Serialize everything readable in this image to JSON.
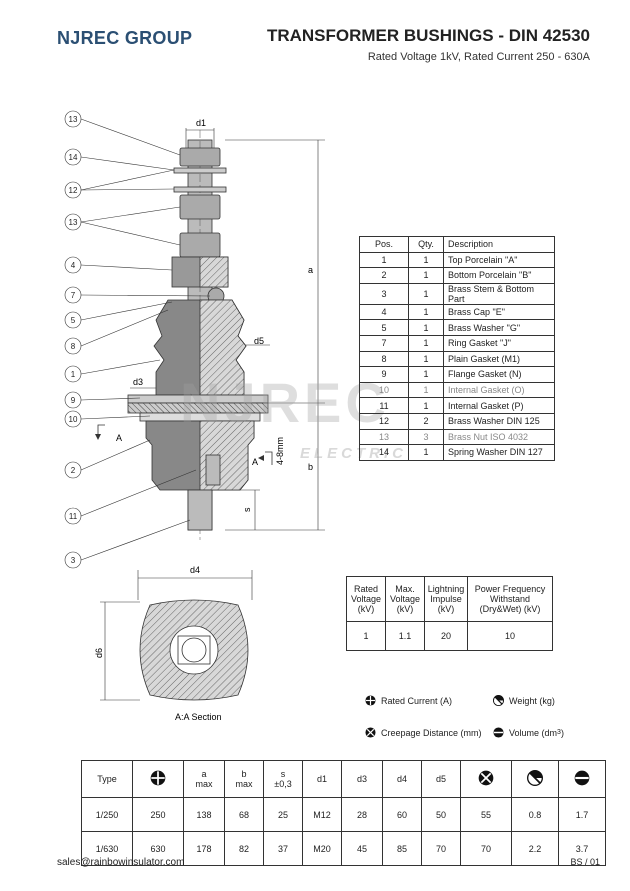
{
  "header": {
    "brand": "NJREC GROUP",
    "title": "TRANSFORMER BUSHINGS - DIN 42530",
    "subtitle": "Rated Voltage 1kV, Rated Current 250 - 630A"
  },
  "drawing": {
    "callouts": [
      "13",
      "14",
      "12",
      "13",
      "4",
      "7",
      "5",
      "8",
      "1",
      "9",
      "10",
      "2",
      "11",
      "3"
    ],
    "dims": {
      "d1": "d1",
      "d3": "d3",
      "d5": "d5",
      "a": "a",
      "b": "b",
      "s": "s",
      "gap": "4-8mm",
      "A1": "A",
      "A2": "A",
      "d4": "d4",
      "d6": "d6"
    },
    "section_label": "A:A Section",
    "watermark_1": "NJREC",
    "watermark_2": "ELECTRIC"
  },
  "parts_table": {
    "headers": [
      "Pos.",
      "Qty.",
      "Description"
    ],
    "rows": [
      {
        "pos": "1",
        "qty": "1",
        "desc": "Top Porcelain \"A\""
      },
      {
        "pos": "2",
        "qty": "1",
        "desc": "Bottom Porcelain \"B\""
      },
      {
        "pos": "3",
        "qty": "1",
        "desc": "Brass Stem & Bottom Part"
      },
      {
        "pos": "4",
        "qty": "1",
        "desc": "Brass Cap \"E\""
      },
      {
        "pos": "5",
        "qty": "1",
        "desc": "Brass Washer \"G\""
      },
      {
        "pos": "7",
        "qty": "1",
        "desc": "Ring Gasket \"J\""
      },
      {
        "pos": "8",
        "qty": "1",
        "desc": "Plain Gasket (M1)"
      },
      {
        "pos": "9",
        "qty": "1",
        "desc": "Flange Gasket (N)"
      },
      {
        "pos": "10",
        "qty": "1",
        "desc": "Internal Gasket (O)"
      },
      {
        "pos": "11",
        "qty": "1",
        "desc": "Internal Gasket (P)"
      },
      {
        "pos": "12",
        "qty": "2",
        "desc": "Brass Washer DIN 125"
      },
      {
        "pos": "13",
        "qty": "3",
        "desc": "Brass Nut ISO 4032"
      },
      {
        "pos": "14",
        "qty": "1",
        "desc": "Spring Washer DIN 127"
      }
    ]
  },
  "ratings_table": {
    "headers": [
      "Rated Voltage (kV)",
      "Max. Voltage (kV)",
      "Lightning Impulse (kV)",
      "Power Frequency Withstand (Dry&Wet) (kV)"
    ],
    "values": [
      "1",
      "1.1",
      "20",
      "10"
    ]
  },
  "legend": {
    "rated_current": "Rated Current (A)",
    "weight": "Weight (kg)",
    "creepage": "Creepage Distance (mm)",
    "volume": "Volume (dm",
    "volume_sup": "3",
    "volume_close": ")"
  },
  "spec_table": {
    "headers": {
      "type": "Type",
      "a": "a",
      "a_sub": "max",
      "b": "b",
      "b_sub": "max",
      "s": "s",
      "s_sub": "±0,3",
      "d1": "d1",
      "d3": "d3",
      "d4": "d4",
      "d5": "d5"
    },
    "rows": [
      {
        "type": "1/250",
        "current": "250",
        "a": "138",
        "b": "68",
        "s": "25",
        "d1": "M12",
        "d3": "28",
        "d4": "60",
        "d5": "50",
        "creepage": "55",
        "weight": "0.8",
        "volume": "1.7"
      },
      {
        "type": "1/630",
        "current": "630",
        "a": "178",
        "b": "82",
        "s": "37",
        "d1": "M20",
        "d3": "45",
        "d4": "85",
        "d5": "70",
        "creepage": "70",
        "weight": "2.2",
        "volume": "3.7"
      }
    ]
  },
  "footer": {
    "email": "sales@rainbowinsulator.com",
    "page": "BS / 01"
  }
}
